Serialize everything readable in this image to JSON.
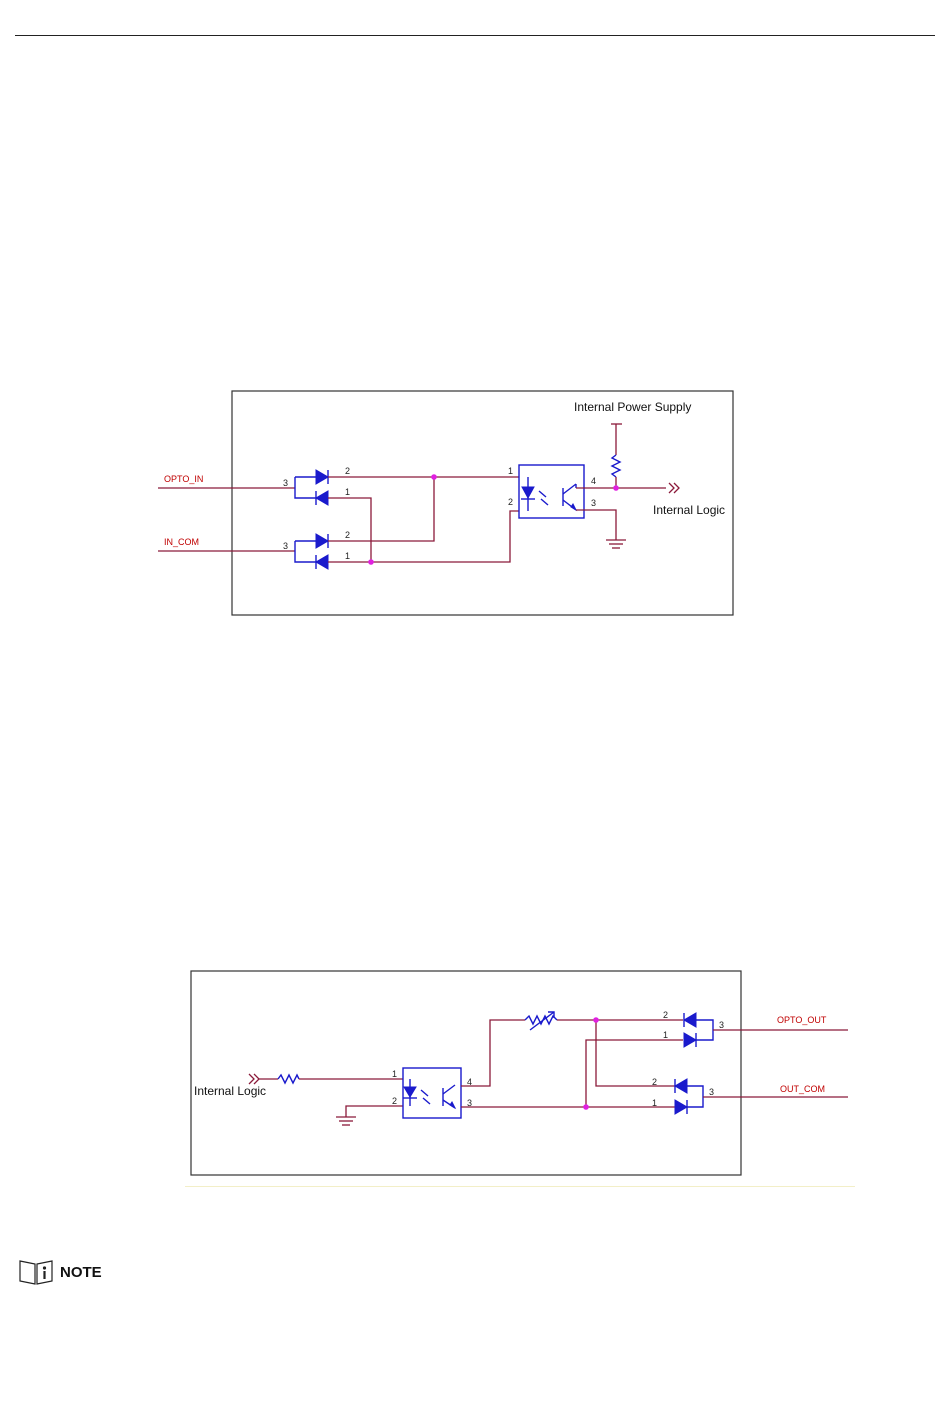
{
  "diagram_input": {
    "power_label": "Internal Power Supply",
    "logic_label": "Internal Logic",
    "signal_in": "OPTO_IN",
    "common_in": "IN_COM",
    "pins": {
      "p1": "1",
      "p2": "2",
      "p3": "3",
      "p4": "4"
    }
  },
  "diagram_output": {
    "logic_label": "Internal Logic",
    "signal_out": "OPTO_OUT",
    "common_out": "OUT_COM",
    "pins": {
      "p1": "1",
      "p2": "2",
      "p3": "3",
      "p4": "4"
    }
  },
  "note": {
    "label": "NOTE",
    "icon": "info-book-icon"
  },
  "colors": {
    "wire": "#8b1a3a",
    "component": "#1a1acc",
    "junction": "#e020e0",
    "signal_text": "#c00000"
  }
}
